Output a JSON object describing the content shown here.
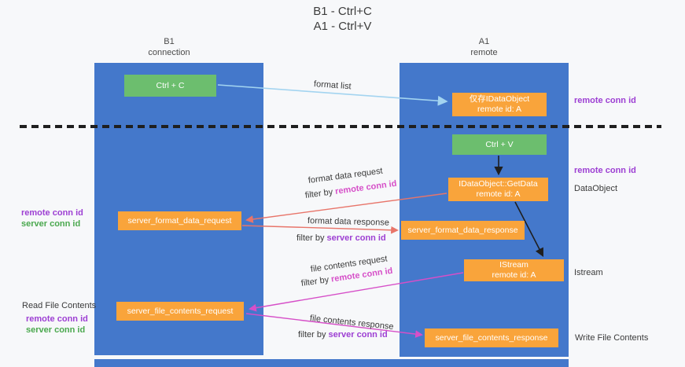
{
  "title": {
    "line1": "B1 - Ctrl+C",
    "line2": "A1 - Ctrl+V"
  },
  "lanes": {
    "left": {
      "name": "B1",
      "sub": "connection"
    },
    "right": {
      "name": "A1",
      "sub": "remote"
    }
  },
  "boxes": {
    "ctrl_c": "Ctrl + C",
    "ctrl_v": "Ctrl + V",
    "dataobject_cache": {
      "line1": "仅存IDataObject",
      "line2": "remote id: A"
    },
    "getdata": {
      "line1": "IDataObject::GetData",
      "line2": "remote id: A"
    },
    "istream": {
      "line1": "IStream",
      "line2": "remote id: A"
    },
    "format_request": "server_format_data_request",
    "format_response": "server_format_data_response",
    "file_request": "server_file_contents_request",
    "file_response": "server_file_contents_response"
  },
  "arrow_labels": {
    "format_list": "format list",
    "format_data_request": "format data request",
    "format_data_response": "format data response",
    "file_contents_request": "file contents request",
    "file_contents_response": "file contents response",
    "filter_by": "filter by ",
    "remote_conn_id": "remote conn id",
    "server_conn_id": "server conn id"
  },
  "side_labels": {
    "remote_conn_id": "remote conn id",
    "server_conn_id": "server conn id",
    "dataobject": "DataObject",
    "istream": "Istream",
    "read_file": "Read File Contents",
    "write_file": "Write File Contents"
  },
  "colors": {
    "lane_blue": "#4478cb",
    "box_green": "#6cbe6e",
    "box_orange": "#f9a43b",
    "purple": "#9d3fd3",
    "green_text": "#4aa84e",
    "magenta": "#d64fc8",
    "salmon": "#e8756a",
    "light_blue": "#a3d4f0",
    "line_black": "#1f1f1f"
  }
}
